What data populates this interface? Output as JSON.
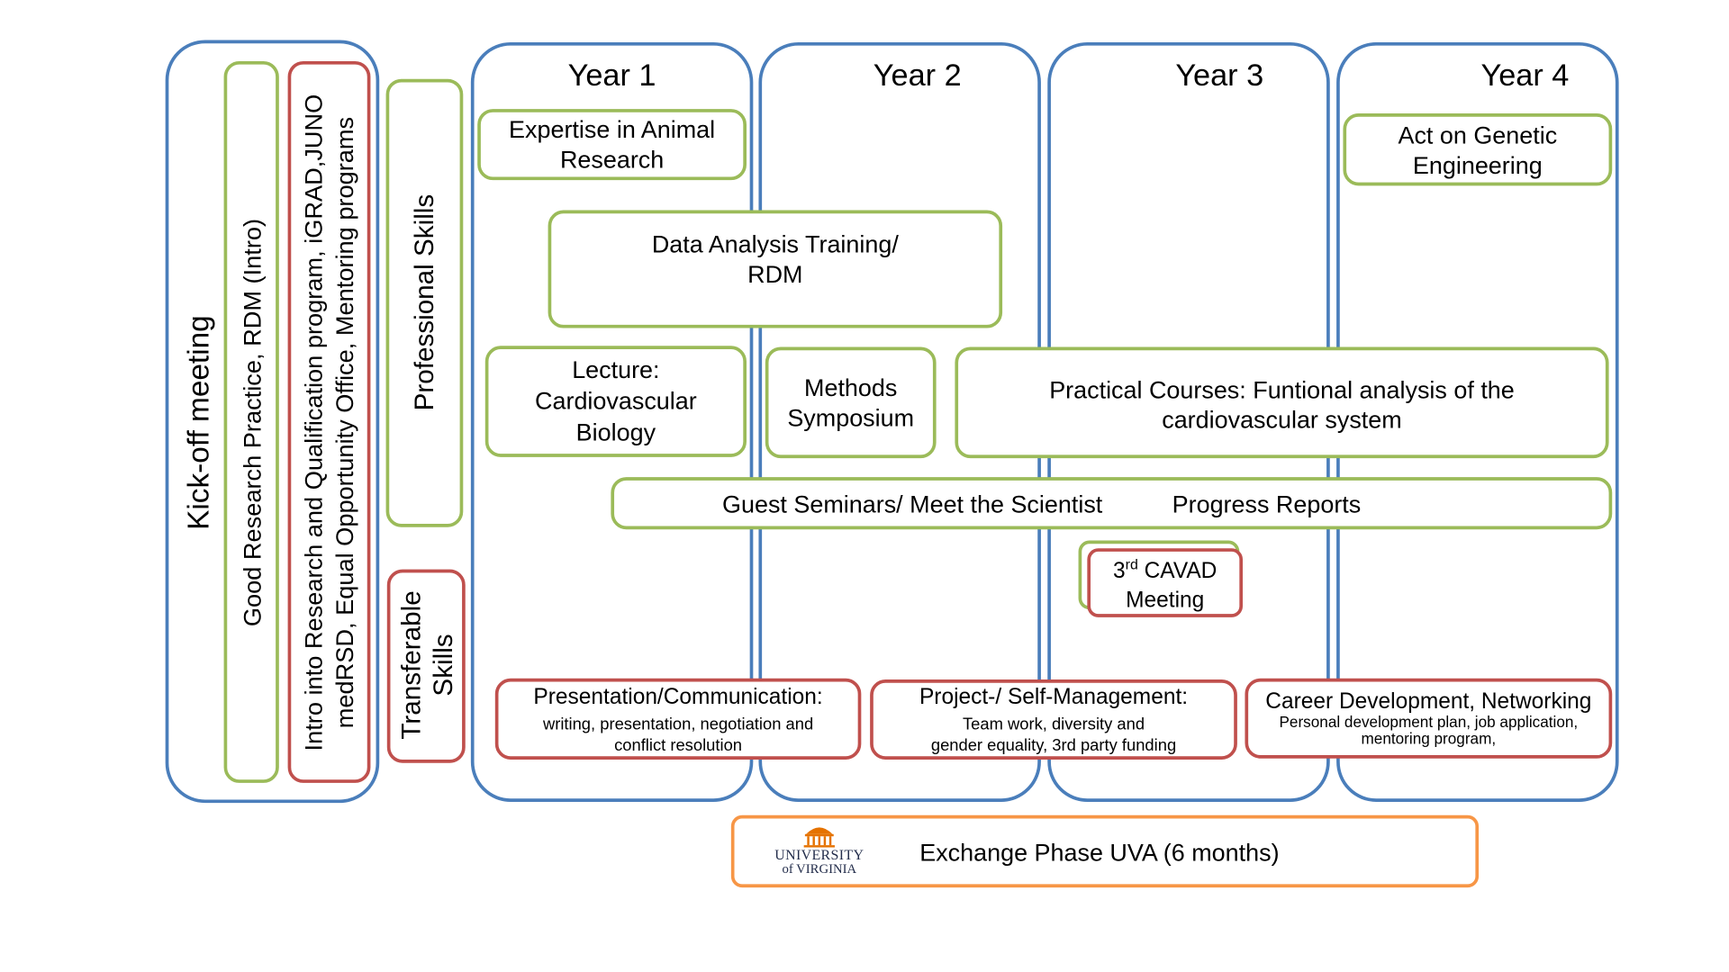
{
  "colors": {
    "year_border": "#4a7ebb",
    "professional_skill": "#9bbb59",
    "transferable_skill": "#c0504d",
    "exchange": "#f79646",
    "uva_logo": "#e57200",
    "uva_text": "#232d4b"
  },
  "kickoff": {
    "title": "Kick-off meeting",
    "good_research": "Good Research Practice, RDM (Intro)",
    "intro_line1": "Intro into Research and Qualification program, iGRAD,JUNO",
    "intro_line2": "medRSD, Equal Opportunity Office, Mentoring programs"
  },
  "labels": {
    "professional": "Professional Skills",
    "transferable_line1": "Transferable",
    "transferable_line2": "Skills"
  },
  "years": [
    "Year 1",
    "Year 2",
    "Year 3",
    "Year 4"
  ],
  "professional_items": {
    "animal": "Expertise in Animal\nResearch",
    "data_analysis": "Data Analysis Training/\nRDM",
    "lecture": "Lecture:\nCardiovascular\nBiology",
    "methods": "Methods\nSymposium",
    "practical": "Practical Courses: Funtional analysis of the\ncardiovascular system",
    "guest_seminars": "Guest Seminars/ Meet the Scientist",
    "progress_reports": "Progress Reports",
    "genetic": "Act on Genetic\nEngineering"
  },
  "cavad": {
    "number": "3",
    "superscript": "rd",
    "name": "CAVAD",
    "line2": "Meeting"
  },
  "transferable_items": {
    "presentation_title": "Presentation/Communication:",
    "presentation_sub": "writing, presentation, negotiation and\nconflict resolution",
    "project_title": "Project-/ Self-Management:",
    "project_sub": "Team work, diversity and\ngender equality, 3rd party funding",
    "career_title": "Career Development, Networking",
    "career_sub": "Personal development plan, job application,\nmentoring program,"
  },
  "exchange": {
    "label": "Exchange Phase UVA (6 months)",
    "logo_line1": "UNIVERSITY",
    "logo_line2": "of VIRGINIA",
    "logo_icon": "rotunda-icon"
  }
}
